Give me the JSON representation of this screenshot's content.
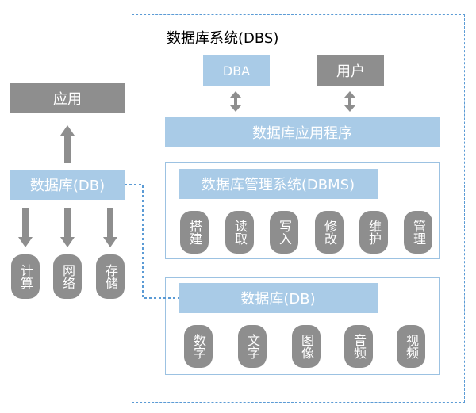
{
  "dbs": {
    "title": "数据库系统(DBS)"
  },
  "top": {
    "dba": "DBA",
    "user": "用户"
  },
  "app_program": "数据库应用程序",
  "dbms": {
    "title": "数据库管理系统(DBMS)",
    "ops": [
      "搭建",
      "读取",
      "写入",
      "修改",
      "维护",
      "管理"
    ]
  },
  "db_inner": {
    "title": "数据库(DB)",
    "types": [
      "数字",
      "文字",
      "图像",
      "音频",
      "视频"
    ]
  },
  "left": {
    "app": "应用",
    "db": "数据库(DB)",
    "uses": [
      "计算",
      "网络",
      "存储"
    ]
  },
  "colors": {
    "blue_box": "#a9cbe7",
    "gray_box": "#8e8e8e",
    "dashed": "#5b9bd5"
  }
}
